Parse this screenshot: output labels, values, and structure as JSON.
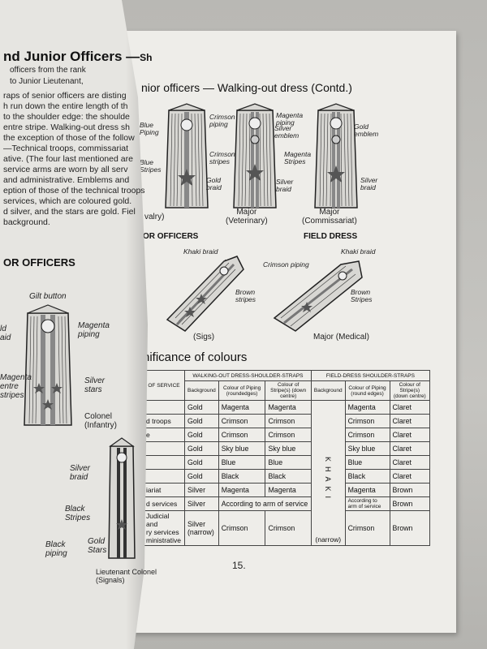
{
  "left_page": {
    "heading": "nd Junior Officers —",
    "heading_suffix": "Sh",
    "lines": [
      "officers from the rank",
      "to Junior Lieutenant,",
      "raps of senior officers are disting",
      "h run down the entire length of th",
      "to the shoulder edge: the shoulde",
      "entre stripe. Walking-out dress sh",
      "the exception of those of the follow",
      "—Technical troops, commissariat",
      "ative. (The four last mentioned are",
      "service arms are worn by all serv",
      "and administrative. Emblems and",
      "eption of those of the technical troops",
      "services, which are coloured gold.",
      "d silver, and the stars are gold. Fiel",
      "background."
    ],
    "section": "OR OFFICERS",
    "labels": {
      "gilt_button": "Gilt button",
      "magenta_piping": "Magenta\npiping",
      "old_braid": "ld\naid",
      "magenta_centre_stripes": "Magenta\nentre\nstripes",
      "silver_stars": "Silver\nstars",
      "colonel": "Colonel\n(Infantry)",
      "silver_braid": "Silver\nbraid",
      "black_stripes": "Black\nStripes",
      "black_piping": "Black\npiping",
      "gold_stars": "Gold\nStars",
      "lt_colonel": "Lieutenant Colonel\n(Signals)"
    }
  },
  "right_page": {
    "heading": "nior officers — Walking-out dress (Contd.)",
    "top_callouts": {
      "blue_piping": "Blue\nPiping",
      "blue_stripes": "Blue\nStripes",
      "gold_braid_1": "Gold\nbraid",
      "crimson_piping": "Crimson\npiping",
      "silver_emblem": "Silver\nemblem",
      "crimson_stripes": "Crimson\nstripes",
      "silver_braid_1": "Silver\nbraid",
      "magenta_piping": "Magenta\npiping",
      "gold_emblem": "Gold\nemblem",
      "magenta_stripes": "Magenta\nStripes",
      "silver_braid_2": "Silver\nbraid"
    },
    "ranks": {
      "cavalry": "valry)",
      "veterinary": "Major\n(Veterinary)",
      "commissariat": "Major\n(Commissariat)",
      "sigs": "(Sigs)",
      "medical": "Major (Medical)"
    },
    "section_left": "OR OFFICERS",
    "section_right": "FIELD DRESS",
    "field_callouts": {
      "khaki_braid_1": "Khaki braid",
      "brown_stripes_1": "Brown\nstripes",
      "crimson_piping": "Crimson piping",
      "khaki_braid_2": "Khaki braid",
      "brown_stripes_2": "Brown\nStripes"
    },
    "significance_title": "nificance of colours",
    "table": {
      "group_walking": "WALKING-OUT DRESS-SHOULDER-STRAPS",
      "group_field": "FIELD-DRESS SHOULDER-STRAPS",
      "col_service": "OF SERVICE",
      "col_background": "Background",
      "col_piping": "Colour of Piping (roundedges)",
      "col_stripe": "Colour of Stripe(s) (down centre)",
      "col_background_f": "Background",
      "col_piping_f": "Colour of Piping (round edges)",
      "col_stripe_f": "Colour of Stripe(s) (down centre)",
      "khaki": "KHAKI",
      "khaki_narrow": "(narrow)",
      "rows": [
        {
          "service": "",
          "bg": "Gold",
          "piping": "Magenta",
          "stripe": "Magenta",
          "f_piping": "Magenta",
          "f_stripe": "Claret"
        },
        {
          "service": "d troops",
          "bg": "Gold",
          "piping": "Crimson",
          "stripe": "Crimson",
          "f_piping": "Crimson",
          "f_stripe": "Claret"
        },
        {
          "service": "e",
          "bg": "Gold",
          "piping": "Crimson",
          "stripe": "Crimson",
          "f_piping": "Crimson",
          "f_stripe": "Claret"
        },
        {
          "service": "",
          "bg": "Gold",
          "piping": "Sky blue",
          "stripe": "Sky blue",
          "f_piping": "Sky blue",
          "f_stripe": "Claret"
        },
        {
          "service": "",
          "bg": "Gold",
          "piping": "Blue",
          "stripe": "Blue",
          "f_piping": "Blue",
          "f_stripe": "Claret"
        },
        {
          "service": "",
          "bg": "Gold",
          "piping": "Black",
          "stripe": "Black",
          "f_piping": "Black",
          "f_stripe": "Claret"
        },
        {
          "service": "iariat",
          "bg": "Silver",
          "piping": "Magenta",
          "stripe": "Magenta",
          "f_piping": "Magenta",
          "f_stripe": "Brown"
        },
        {
          "service": "d services",
          "bg": "Silver",
          "merged": "According to arm of service",
          "f_piping": "According to arm of service",
          "f_stripe": "Brown"
        },
        {
          "service": "Judicial and\nry services\nministrative",
          "bg": "Silver\n(narrow)",
          "piping": "Crimson",
          "stripe": "Crimson",
          "f_piping": "Crimson",
          "f_stripe": "Brown"
        }
      ]
    },
    "page_number": "15."
  }
}
